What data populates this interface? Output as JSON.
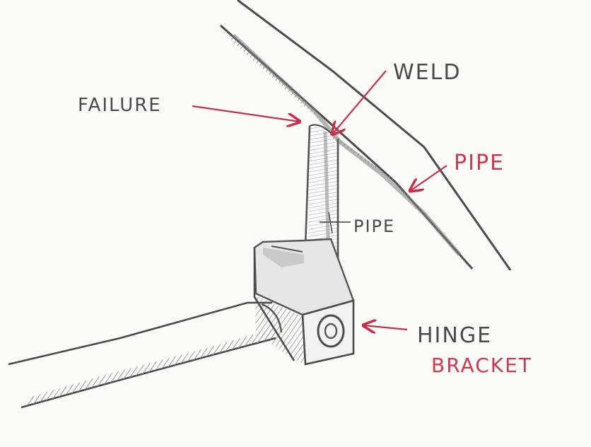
{
  "labels": {
    "failure": "FAILURE",
    "weld": "WELD",
    "pipe_diagonal": "PIPE",
    "pipe_vertical": "PIPE",
    "hinge": "HINGE",
    "bracket": "BRACKET"
  },
  "colors": {
    "paper": "#fbfbf8",
    "pencil": "#5a5a5a",
    "pencil_dark": "#3a3a3a",
    "shade": "#9a9a9a",
    "label_gray": "#4a4a4a",
    "label_red": "#d0384f",
    "arrow_red": "#c8304a"
  }
}
